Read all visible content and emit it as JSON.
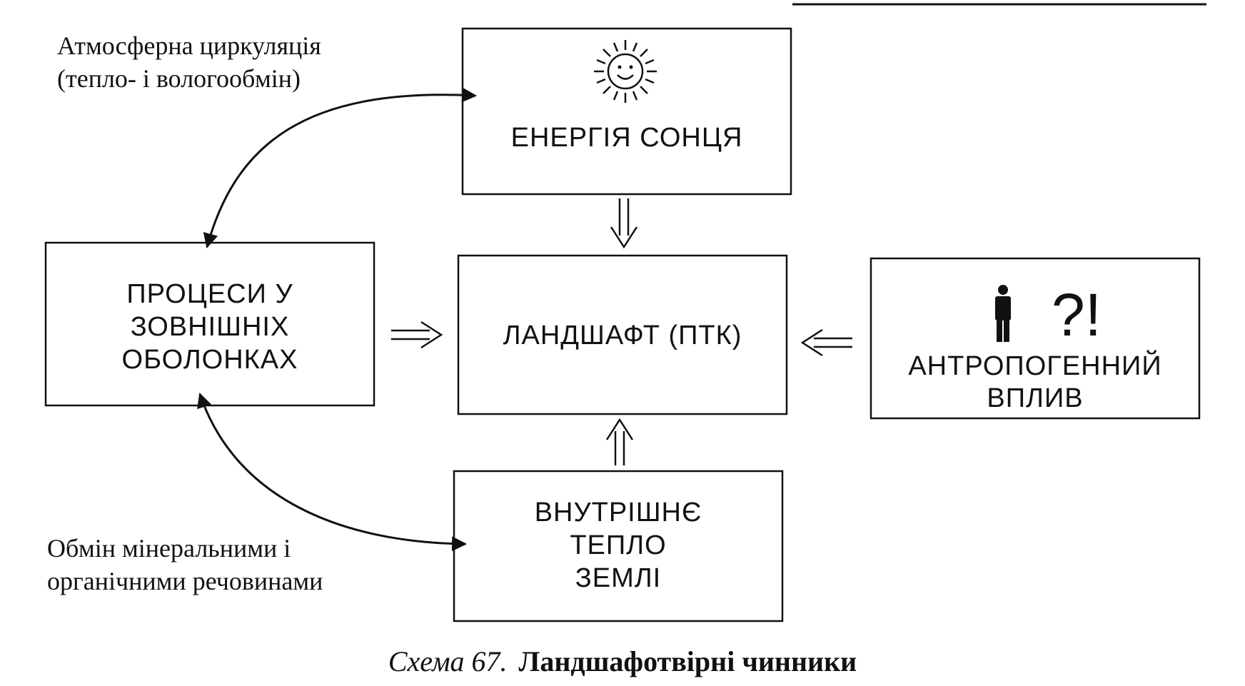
{
  "boxes": {
    "sun": {
      "lines": [
        "ЕНЕРГІЯ СОНЦЯ"
      ]
    },
    "landscape": {
      "lines": [
        "ЛАНДШАФТ (ПТК)"
      ]
    },
    "processes": {
      "lines": [
        "ПРОЦЕСИ У",
        "ЗОВНІШНІХ",
        "ОБОЛОНКАХ"
      ]
    },
    "anthropogenic": {
      "lines": [
        "АНТРОПОГЕННИЙ",
        "ВПЛИВ"
      ],
      "symbols": "?!"
    },
    "inner_heat": {
      "lines": [
        "ВНУТРІШНЄ",
        "ТЕПЛО",
        "ЗЕМЛІ"
      ]
    }
  },
  "notes": {
    "atmosphere": {
      "lines": [
        "Атмосферна циркуляція",
        "(тепло- і вологообмін)"
      ]
    },
    "exchange": {
      "lines": [
        "Обмін мінеральними і",
        "органічними речовинами"
      ]
    }
  },
  "caption": {
    "prefix": "Схема 67.",
    "title": "Ландшафотвірні чинники"
  },
  "icons": [
    "sun-icon",
    "person-icon"
  ]
}
